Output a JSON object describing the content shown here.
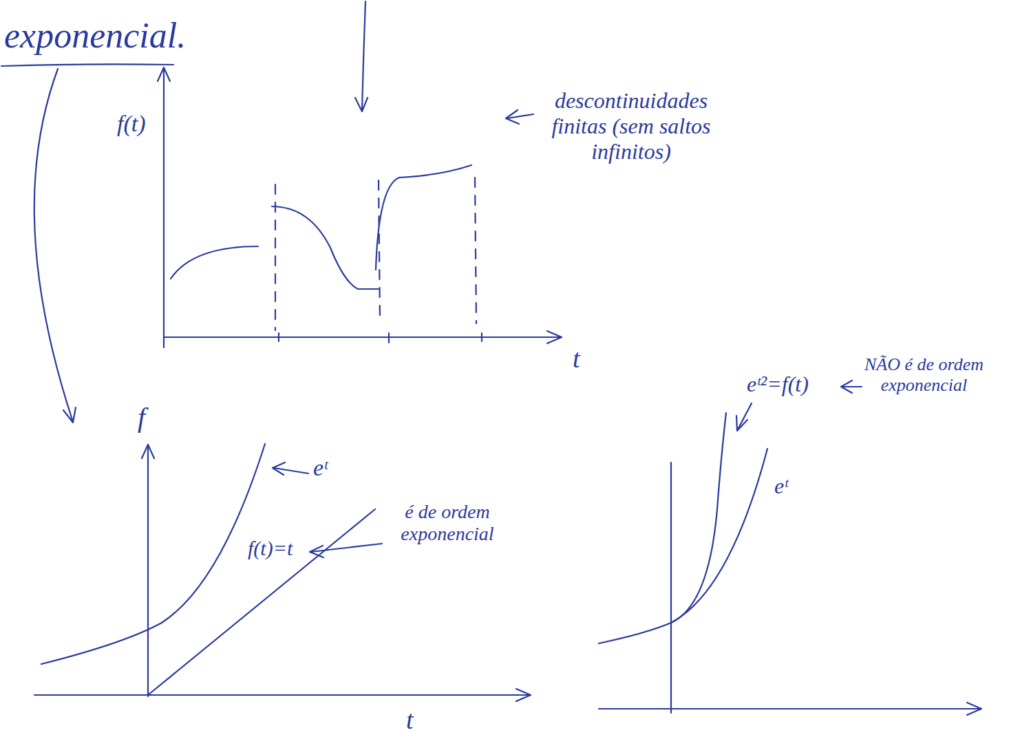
{
  "diagram": {
    "labels": [
      "exponencial.",
      "f(t)",
      "descontinuidades finitas (sem saltos infinitos)",
      "t",
      "f",
      "eᵗ",
      "f(t)=t",
      "é de ordem exponencial",
      "t",
      "eᵗ²=f(t)",
      "NÃO é de ordem exponencial",
      "eᵗ"
    ]
  }
}
